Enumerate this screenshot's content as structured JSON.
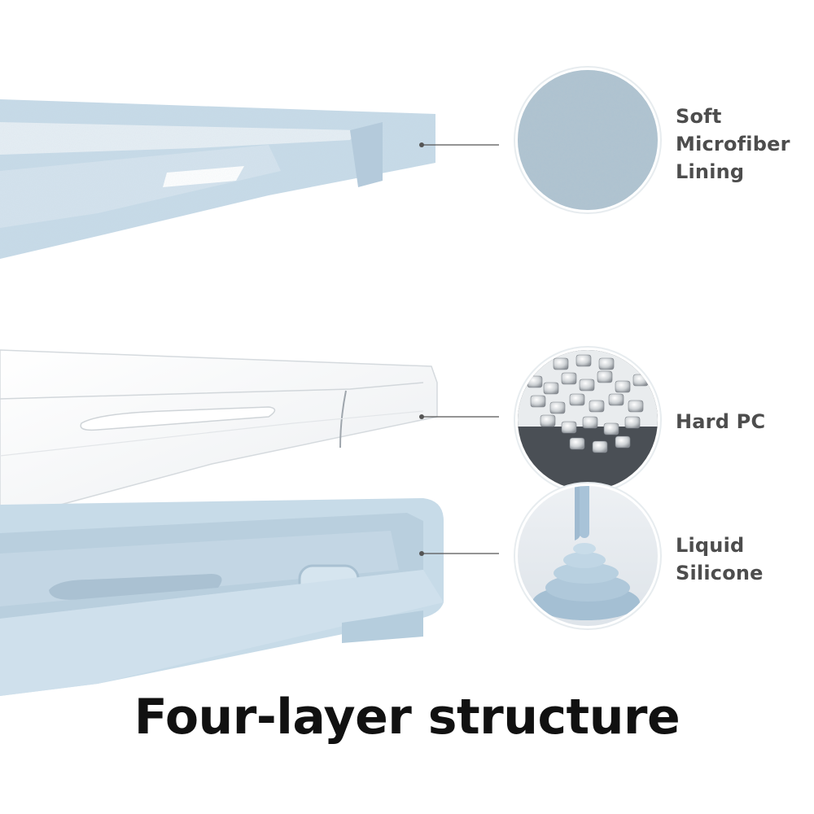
{
  "layers": [
    {
      "id": "microfiber",
      "label": "Soft\nMicrofiber\nLining",
      "icon": "microfiber-texture-icon"
    },
    {
      "id": "hard-pc",
      "label": "Hard PC",
      "icon": "pc-pellets-icon"
    },
    {
      "id": "silicone",
      "label": "Liquid\nSilicone",
      "icon": "liquid-silicone-icon"
    }
  ],
  "title": "Four-layer structure",
  "colors": {
    "case_blue": "#c5d9e6",
    "case_blue_dark": "#a9c2d3",
    "text": "#4d4d4d",
    "title": "#111111",
    "leader": "#555555"
  }
}
